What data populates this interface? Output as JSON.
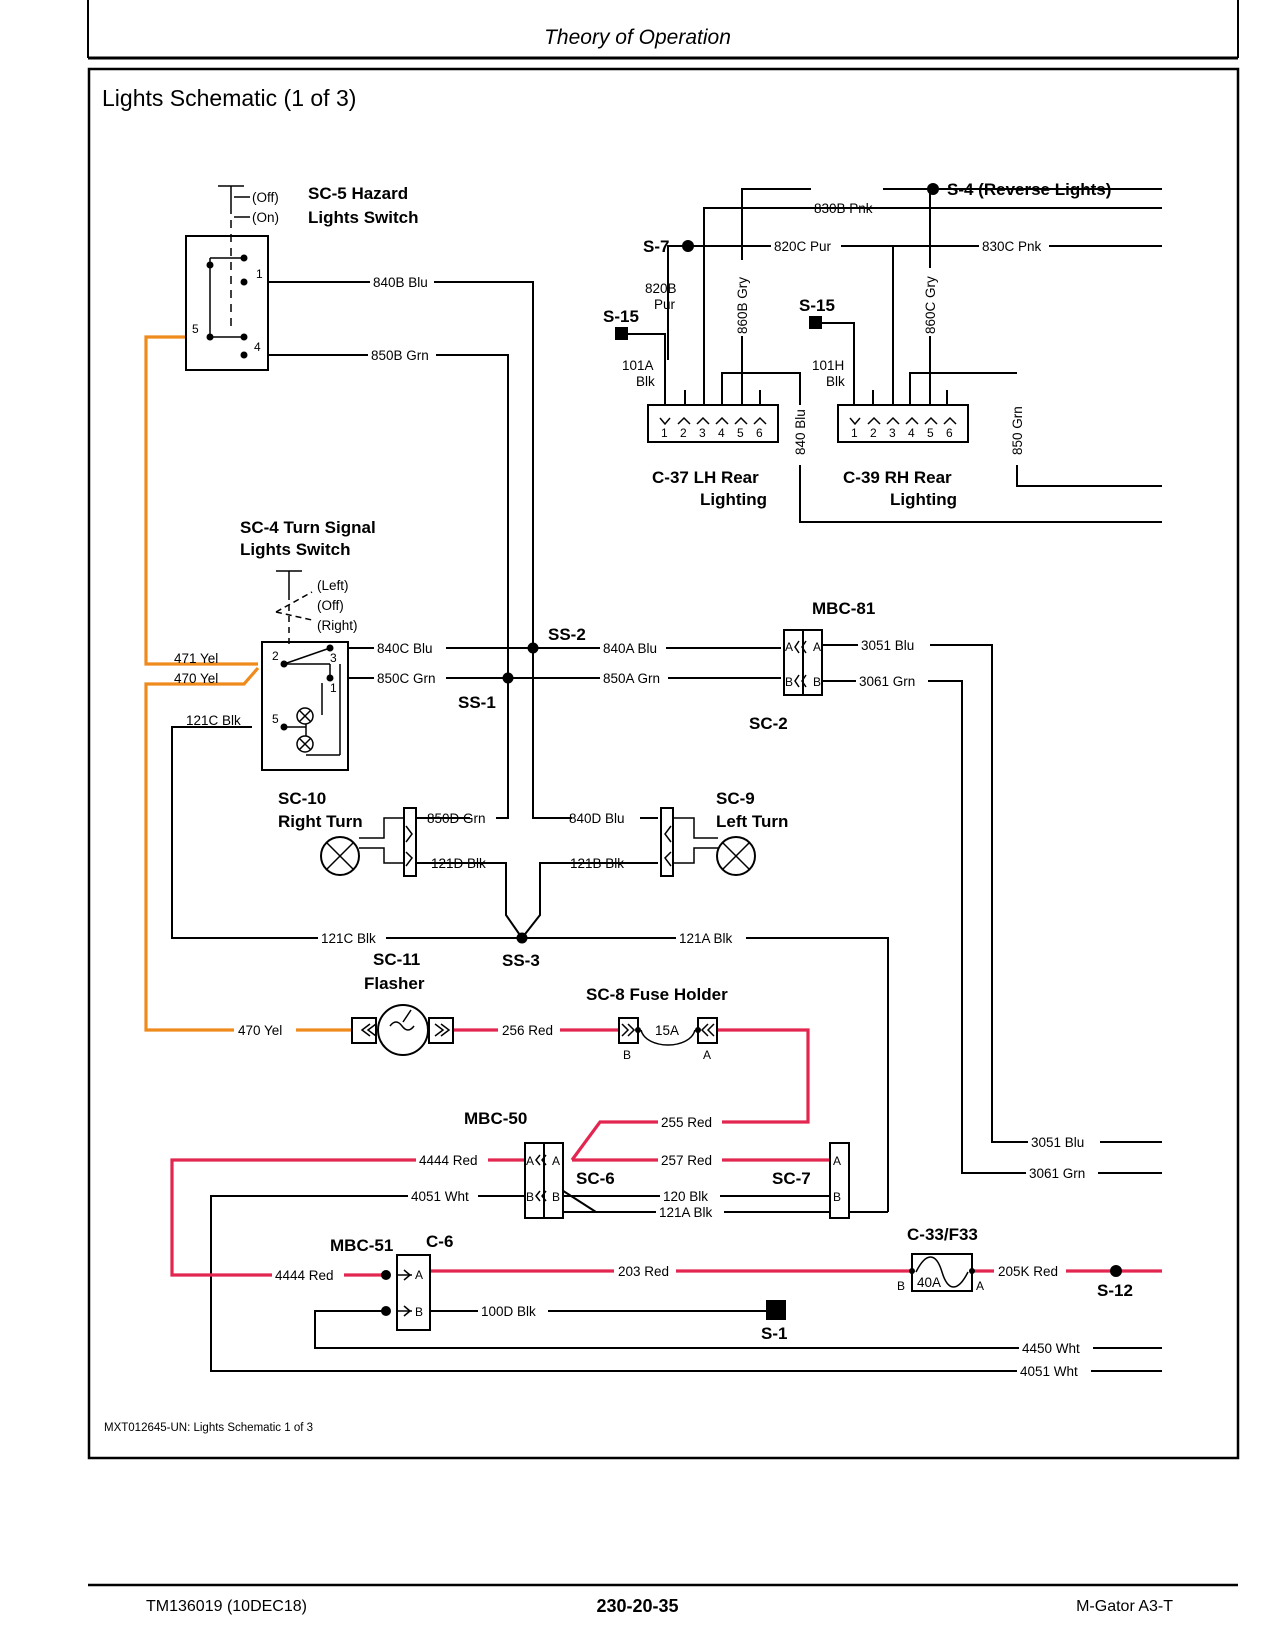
{
  "page": {
    "header_title": "Theory of Operation",
    "section_title": "Lights Schematic (1 of 3)",
    "figure_caption": "MXT012645-UN: Lights Schematic 1 of 3",
    "footer_left": "TM136019 (10DEC18)",
    "footer_center": "230-20-35",
    "footer_right": "M-Gator A3-T"
  },
  "components": {
    "sc5": [
      "SC-5 Hazard",
      "Lights Switch"
    ],
    "sc5_positions": [
      "(Off)",
      "(On)"
    ],
    "sc4": [
      "SC-4 Turn Signal",
      "Lights Switch"
    ],
    "sc4_positions": [
      "(Left)",
      "(Off)",
      "(Right)"
    ],
    "s4": "S-4 (Reverse Lights)",
    "s7": "S-7",
    "s15a": "S-15",
    "s15b": "S-15",
    "c37": [
      "C-37 LH  Rear",
      "Lighting"
    ],
    "c39": [
      "C-39 RH  Rear",
      "Lighting"
    ],
    "mbc81": "MBC-81",
    "ss2": "SS-2",
    "ss1": "SS-1",
    "sc2": "SC-2",
    "sc10": [
      "SC-10",
      "Right Turn"
    ],
    "sc9": [
      "SC-9",
      "Left Turn"
    ],
    "ss3": "SS-3",
    "sc11": [
      "SC-11",
      "Flasher"
    ],
    "sc8": "SC-8 Fuse Holder",
    "fuse15": "15A",
    "mbc50": "MBC-50",
    "sc6": "SC-6",
    "sc7": "SC-7",
    "mbc51": "MBC-51",
    "c6": "C-6",
    "c33": "C-33/F33",
    "fuse40": "40A",
    "s12": "S-12",
    "s1": "S-1"
  },
  "wires": {
    "w840b": "840B Blu",
    "w850b": "850B Grn",
    "w830b": "830B Pnk",
    "w820c": "820C Pur",
    "w830c": "830C Pnk",
    "w820b": [
      "820B",
      "Pur"
    ],
    "w860b": "860B Gry",
    "w860c": "860C Gry",
    "w101a": [
      "101A",
      "Blk"
    ],
    "w101h": [
      "101H",
      "Blk"
    ],
    "w840": "840 Blu",
    "w850": "850 Grn",
    "w471": "471 Yel",
    "w470a": "470 Yel",
    "w121c_a": "121C Blk",
    "w840c": "840C Blu",
    "w850c": "850C Grn",
    "w840a": "840A Blu",
    "w850a": "850A Grn",
    "w3051a": "3051 Blu",
    "w3061a": "3061 Grn",
    "w850d": "850D Grn",
    "w840d": "840D Blu",
    "w121d": "121D Blk",
    "w121b": "121B Blk",
    "w121c_b": "121C Blk",
    "w121a_a": "121A Blk",
    "w470b": "470 Yel",
    "w256": "256 Red",
    "w255": "255 Red",
    "w4444a": "4444 Red",
    "w257": "257 Red",
    "w4051a": "4051 Wht",
    "w120": "120 Blk",
    "w121a_b": "121A Blk",
    "w3051b": "3051 Blu",
    "w3061b": "3061 Grn",
    "w4444b": "4444 Red",
    "w203": "203 Red",
    "w205k": "205K Red",
    "w100d": "100D Blk",
    "w4450": "4450 Wht",
    "w4051b": "4051 Wht"
  },
  "pins": {
    "sc5_1": "1",
    "sc5_4": "4",
    "sc5_5": "5",
    "sc4_1": "1",
    "sc4_2": "2",
    "sc4_3": "3",
    "sc4_5": "5",
    "c37": [
      "1",
      "2",
      "3",
      "4",
      "5",
      "6"
    ],
    "c39": [
      "1",
      "2",
      "3",
      "4",
      "5",
      "6"
    ],
    "A": "A",
    "B": "B"
  }
}
